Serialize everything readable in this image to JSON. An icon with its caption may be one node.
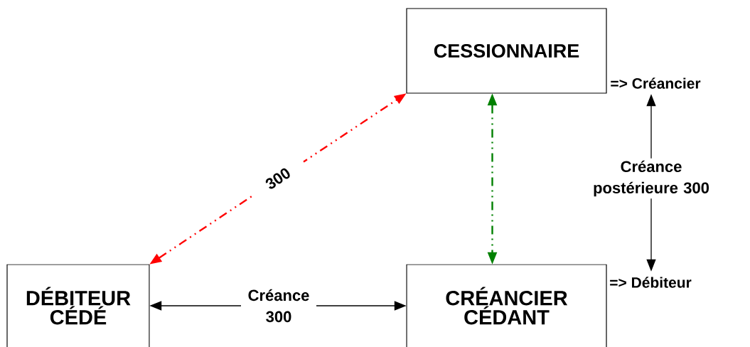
{
  "diagram": {
    "nodes": [
      {
        "text": [
          "CESSIONNAIRE"
        ]
      },
      {
        "text": [
          "DÉBITEUR CÉDÉ"
        ]
      },
      {
        "text": [
          "CRÉANCIER CÉDANT"
        ]
      },
      {
        "text": [
          "=> Créancier"
        ]
      },
      {
        "text": [
          "=> Débiteur"
        ]
      }
    ],
    "edges": [
      {
        "from": 1,
        "to": 0,
        "arrow": "both",
        "label": "300",
        "style": "dashed",
        "color": "#ff0000"
      },
      {
        "from": 0,
        "to": 2,
        "arrow": "both",
        "style": "dashed",
        "color": "#008000"
      },
      {
        "from": 1,
        "to": 2,
        "arrow": "both",
        "label": "Créance 300"
      },
      {
        "from": 4,
        "to": 3,
        "arrow": "both",
        "label": "Créance postérieure 300"
      }
    ]
  }
}
